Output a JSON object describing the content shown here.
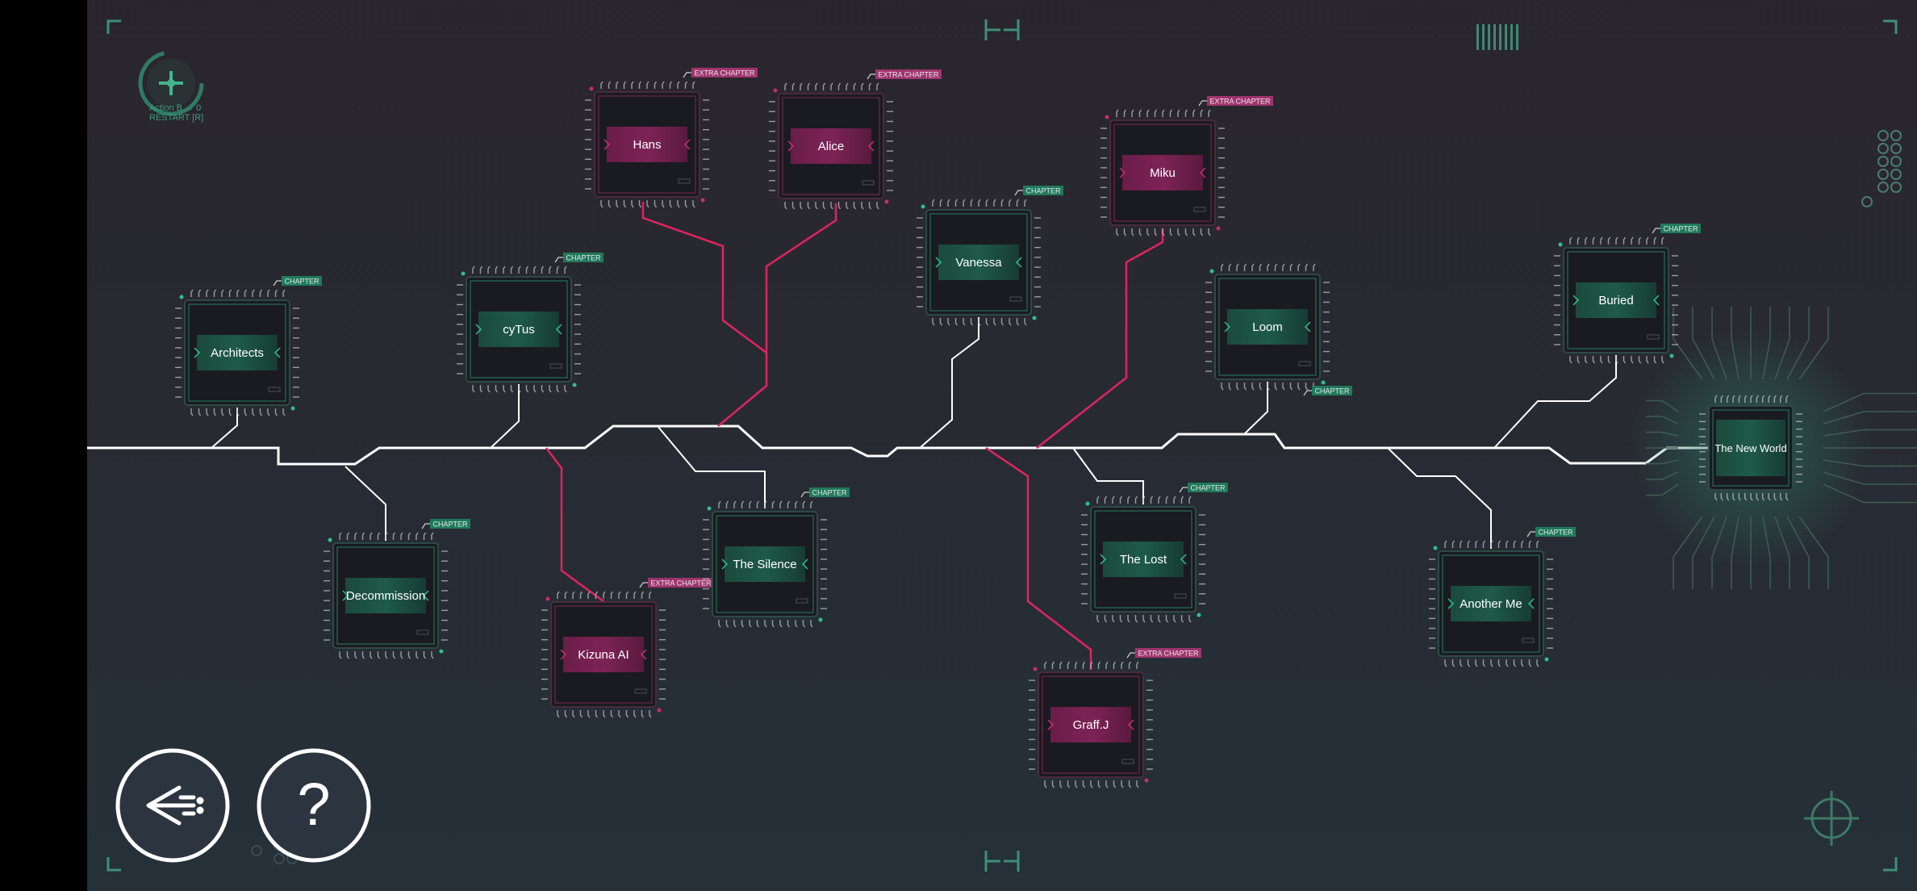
{
  "hud": {
    "action_hint": "Action B → 0",
    "restart_hint": "RESTART [R]"
  },
  "tags": {
    "chapter": "CHAPTER",
    "extra_chapter": "EXTRA CHAPTER"
  },
  "colors": {
    "background_top": "#2a252d",
    "background_bottom": "#253038",
    "main_line": "#ffffff",
    "extra_line": "#e0245e",
    "chapter_accent": "#2fbf8f",
    "extra_accent": "#c2306f",
    "chapter_tag_bg": "#1f7a5c",
    "extra_tag_bg": "#a0346f"
  },
  "chapters": [
    {
      "id": "architects",
      "name": "Architects",
      "kind": "chapter",
      "icon": "chip-icon"
    },
    {
      "id": "cytus",
      "name": "cyTus",
      "kind": "chapter",
      "icon": "chip-icon"
    },
    {
      "id": "hans",
      "name": "Hans",
      "kind": "extra",
      "icon": "chip-icon"
    },
    {
      "id": "alice",
      "name": "Alice",
      "kind": "extra",
      "icon": "chip-icon"
    },
    {
      "id": "vanessa",
      "name": "Vanessa",
      "kind": "chapter",
      "icon": "chip-icon"
    },
    {
      "id": "miku",
      "name": "Miku",
      "kind": "extra",
      "icon": "chip-icon"
    },
    {
      "id": "loom",
      "name": "Loom",
      "kind": "chapter",
      "icon": "chip-icon"
    },
    {
      "id": "buried",
      "name": "Buried",
      "kind": "chapter",
      "icon": "chip-icon"
    },
    {
      "id": "decommission",
      "name": "Decommission",
      "kind": "chapter",
      "icon": "chip-icon"
    },
    {
      "id": "kizuna",
      "name": "Kizuna AI",
      "kind": "extra",
      "icon": "chip-icon"
    },
    {
      "id": "silence",
      "name": "The Silence",
      "kind": "chapter",
      "icon": "chip-icon"
    },
    {
      "id": "lost",
      "name": "The Lost",
      "kind": "chapter",
      "icon": "chip-icon"
    },
    {
      "id": "graffj",
      "name": "Graff.J",
      "kind": "extra",
      "icon": "chip-icon"
    },
    {
      "id": "anotherme",
      "name": "Another Me",
      "kind": "chapter",
      "icon": "chip-icon"
    },
    {
      "id": "newworld",
      "name": "The New World",
      "kind": "core",
      "icon": "core-chip-icon"
    }
  ],
  "buttons": {
    "back": {
      "icon": "back-arrow-icon"
    },
    "help": {
      "label": "?",
      "icon": "question-mark-icon"
    }
  }
}
